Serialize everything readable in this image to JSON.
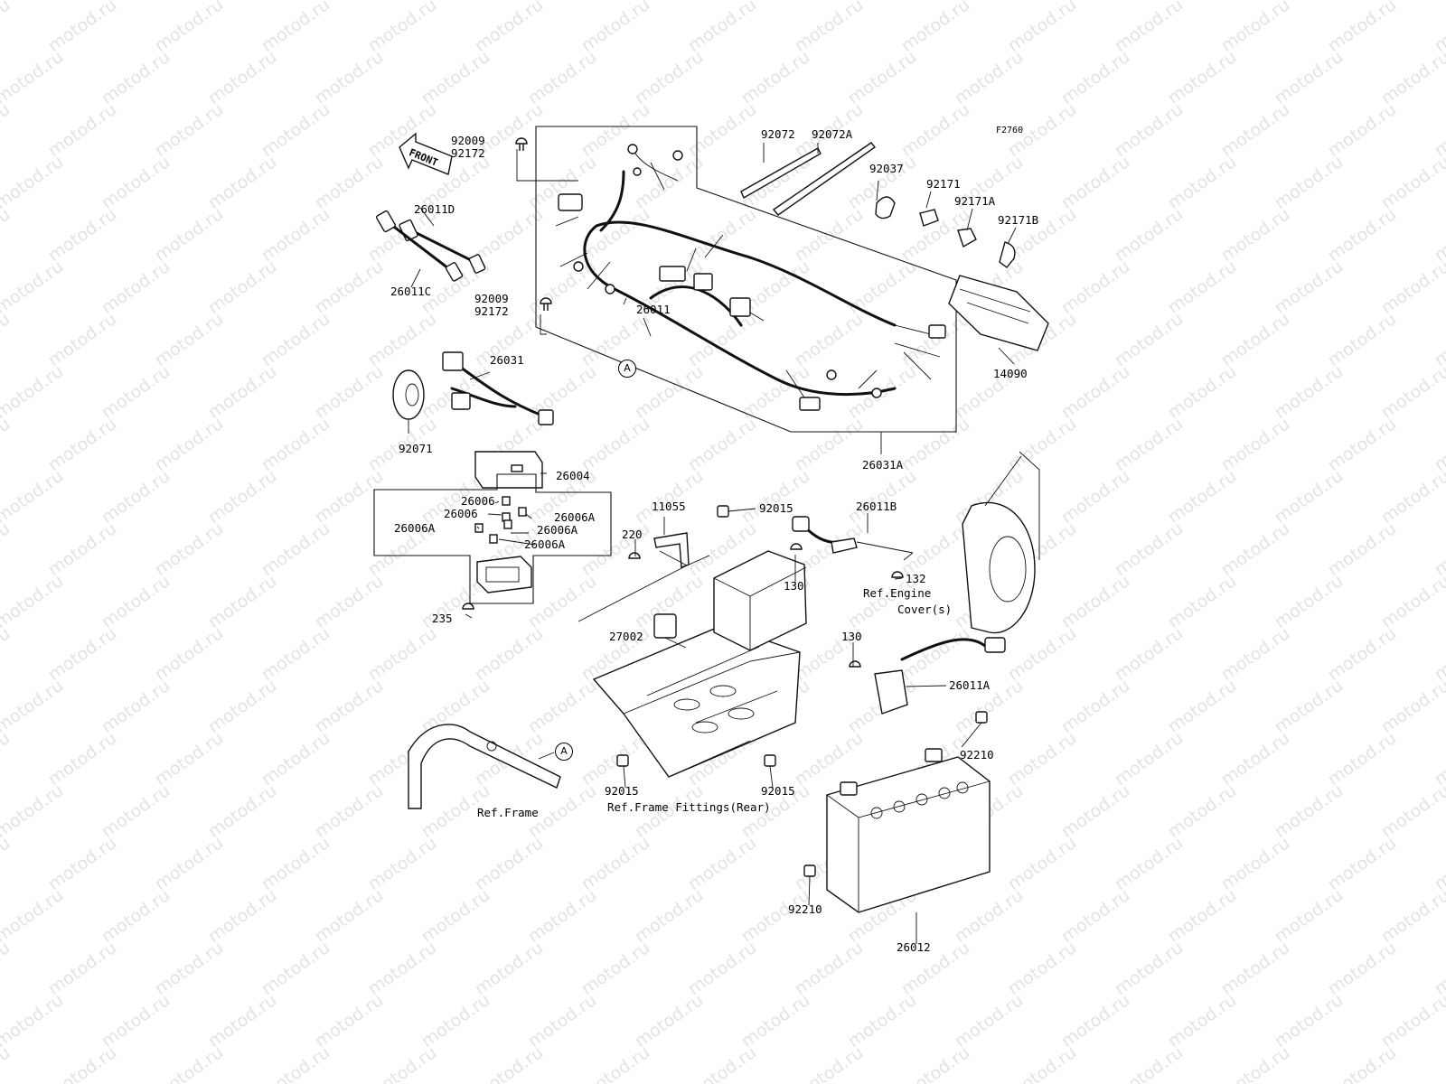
{
  "figure_code": "F2760",
  "front_label": "FRONT",
  "watermark_text": "motod.ru",
  "section_marker": "A",
  "callouts": {
    "p92009_top": "92009",
    "p92172_top": "92172",
    "p26011D": "26011D",
    "p26011C": "26011C",
    "p92009_mid": "92009",
    "p92172_mid": "92172",
    "p26011": "26011",
    "p26031": "26031",
    "p92071": "92071",
    "p92072": "92072",
    "p92072A": "92072A",
    "p92037": "92037",
    "p92171": "92171",
    "p92171A": "92171A",
    "p92171B": "92171B",
    "p14090": "14090",
    "p26031A": "26031A",
    "p26004": "26004",
    "p26006_a": "26006",
    "p26006_b": "26006",
    "p26006A_a": "26006A",
    "p26006A_b": "26006A",
    "p26006A_c": "26006A",
    "p26006A_d": "26006A",
    "p235": "235",
    "p11055": "11055",
    "p92015_top": "92015",
    "p220": "220",
    "p26011B": "26011B",
    "p130_top": "130",
    "p132": "132",
    "p27002": "27002",
    "p130_mid": "130",
    "p26011A": "26011A",
    "p92210_right": "92210",
    "p92015_left": "92015",
    "p92015_right": "92015",
    "p92210_bottom": "92210",
    "p26012": "26012"
  },
  "references": {
    "engine_cover_1": "Ref.Engine",
    "engine_cover_2": "Cover(s)",
    "frame": "Ref.Frame",
    "frame_fittings": "Ref.Frame Fittings(Rear)"
  }
}
